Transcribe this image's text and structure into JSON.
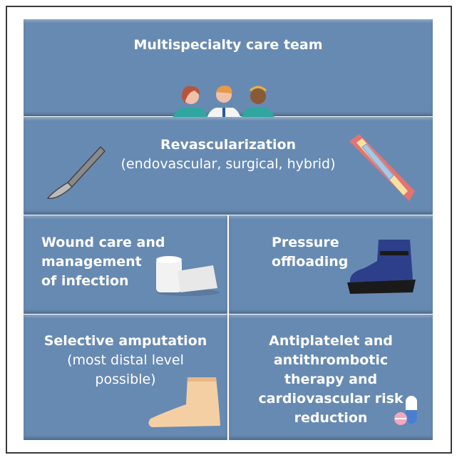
{
  "panels": {
    "team": {
      "title": "Multispecialty care team",
      "icon": "care-team-icon"
    },
    "revasc": {
      "title": "Revascularization",
      "subtitle": "(endovascular, surgical, hybrid)",
      "icons": [
        "scalpel-icon",
        "stent-icon"
      ]
    },
    "wound": {
      "title": "Wound care and management of infection",
      "lines": [
        "Wound care and",
        "management",
        "of infection"
      ],
      "icon": "bandage-icon"
    },
    "offload": {
      "title": "Pressure offloading",
      "lines": [
        "Pressure",
        "offloading"
      ],
      "icon": "offloading-boot-icon"
    },
    "amputation": {
      "title": "Selective amputation",
      "subtitle_lines": [
        "(most distal level",
        "possible)"
      ],
      "icon": "foot-icon"
    },
    "therapy": {
      "lines": [
        "Antiplatelet and",
        "antithrombotic",
        "therapy and",
        "cardiovascular risk",
        "reduction"
      ],
      "icon": "pills-icon"
    }
  },
  "colors": {
    "panel": "#678ab2",
    "border": "#3a3a3a"
  }
}
